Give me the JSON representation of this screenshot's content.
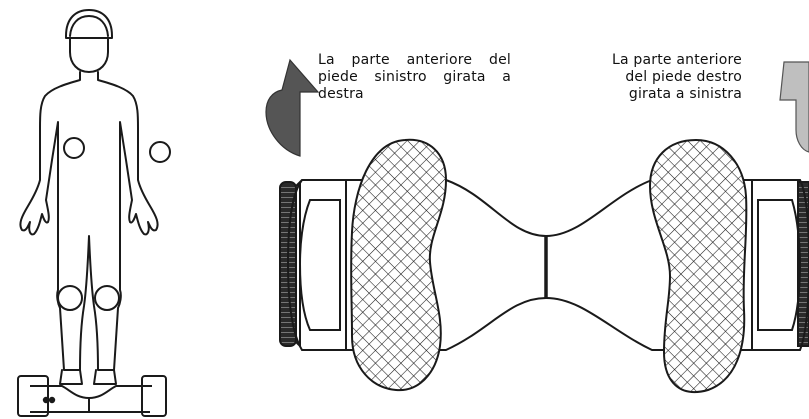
{
  "captions": {
    "left": {
      "lines": [
        "La parte anteriore del",
        "piede sinistro girata a",
        "destra"
      ]
    },
    "right": {
      "lines": [
        "La parte anteriore",
        "del piede destro",
        "girata a sinistra"
      ]
    }
  },
  "colors": {
    "line": "#1a1a1a",
    "arrow_left": "#555555",
    "arrow_right": "#bfbfbf",
    "tread": "#2a2a2a"
  }
}
